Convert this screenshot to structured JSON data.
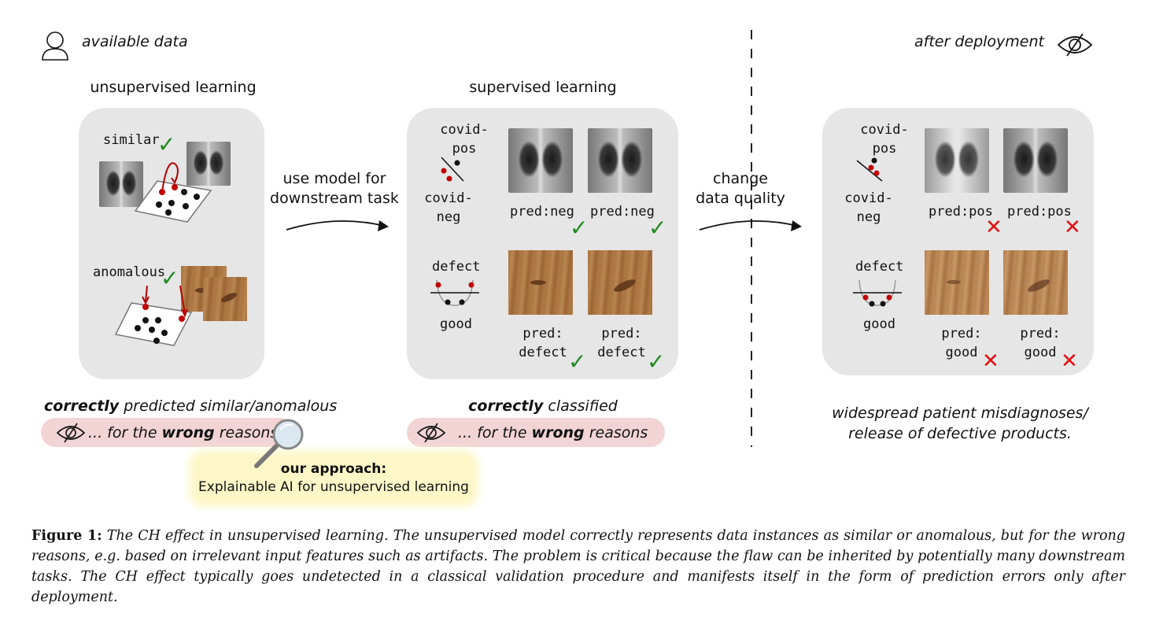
{
  "header": {
    "available_data": "available data",
    "after_deployment": "after deployment"
  },
  "panel1": {
    "title": "unsupervised learning",
    "similar": "similar",
    "anomalous": "anomalous"
  },
  "arrow1": {
    "line1": "use model for",
    "line2": "downstream task"
  },
  "panel2": {
    "title": "supervised learning",
    "covid_pos": [
      "covid-",
      "pos"
    ],
    "covid_neg": [
      "covid-",
      "neg"
    ],
    "defect": "defect",
    "good": "good",
    "pred_neg_1": "pred:neg",
    "pred_neg_2": "pred:neg",
    "pred_defect_1": [
      "pred:",
      "defect"
    ],
    "pred_defect_2": [
      "pred:",
      "defect"
    ]
  },
  "arrow2": {
    "line1": "change",
    "line2": "data quality"
  },
  "panel3": {
    "covid_pos": [
      "covid-",
      "pos"
    ],
    "covid_neg": [
      "covid-",
      "neg"
    ],
    "defect": "defect",
    "good": "good",
    "pred_pos_1": "pred:pos",
    "pred_pos_2": "pred:pos",
    "pred_good_1": [
      "pred:",
      "good"
    ],
    "pred_good_2": [
      "pred:",
      "good"
    ]
  },
  "bottom": {
    "left_bold": "correctly",
    "left_rest": " predicted similar/anomalous",
    "mid_bold": "correctly",
    "mid_rest": " classified",
    "wrong_prefix": "... for the ",
    "wrong_bold": "wrong",
    "wrong_suffix": " reasons",
    "right_line1": "widespread patient misdiagnoses/",
    "right_line2": "release of defective products."
  },
  "approach": {
    "title": "our approach:",
    "subtitle": "Explainable AI for unsupervised learning"
  },
  "caption": {
    "label": "Figure 1:",
    "text": " The CH effect in unsupervised learning. The unsupervised model correctly represents data instances as similar or anomalous, but for the wrong reasons, e.g. based on irrelevant input features such as artifacts. The problem is critical because the flaw can be inherited by potentially many downstream tasks. The CH effect typically goes undetected in a classical validation procedure and manifests itself in the form of prediction errors only after deployment."
  },
  "icons": {
    "user": "user-icon",
    "eye_crossed": "eye-crossed-icon",
    "check": "check-icon",
    "cross": "cross-icon",
    "magnifier": "magnifier-icon"
  },
  "colors": {
    "panel": "#e6e6e6",
    "pill": "#f2d4d4",
    "approach": "#fdf7c8",
    "check": "#1f8a1f",
    "cross": "#e01010",
    "point_red": "#c00000"
  },
  "glyphs": {
    "check": "✓",
    "cross": "✕"
  }
}
